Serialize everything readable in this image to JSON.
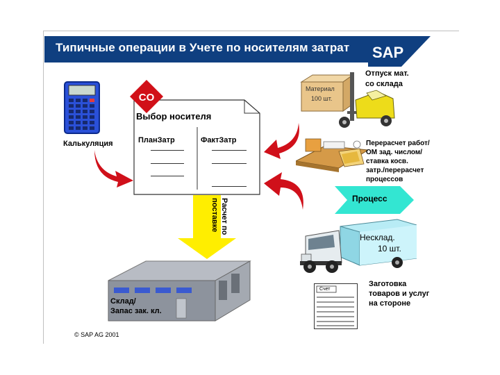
{
  "header": {
    "title": "Типичные операции в Учете по носителям затрат",
    "logo_text": "SAP"
  },
  "calculator": {
    "label": "Калькуляция"
  },
  "carrier_doc": {
    "badge": "CO",
    "title": "Выбор носителя",
    "col_plan": "ПланЗатр",
    "col_actual": "ФактЗатр"
  },
  "yellow_arrow": {
    "line1": "Расчет по",
    "line2": "поставке"
  },
  "warehouse": {
    "line1": "Склад/",
    "line2": "Запас зак. кл."
  },
  "material_issue": {
    "box_line1": "Материал",
    "box_line2": "100 шт.",
    "label_line1": "Отпуск мат.",
    "label_line2": "со склада"
  },
  "recalc": {
    "line1": "Перерасчет работ/",
    "line2": "ОМ зад. числом/",
    "line3": "ставка косв.",
    "line4": "затр./перерасчет",
    "line5": "процессов"
  },
  "process": {
    "label": "Процесс"
  },
  "truck": {
    "line1": "Несклад.",
    "line2": "10 шт."
  },
  "purchase": {
    "invoice_title": "Счет",
    "label_line1": "Заготовка",
    "label_line2": "товаров и услуг",
    "label_line3": "на стороне"
  },
  "footer": {
    "copyright": "© SAP AG 2001"
  },
  "colors": {
    "title_bar": "#0f3f80",
    "red_arrow": "#d0101a",
    "yellow_arrow": "#ffee00",
    "process_arrow": "#33e6d2",
    "co_badge": "#d11018"
  }
}
